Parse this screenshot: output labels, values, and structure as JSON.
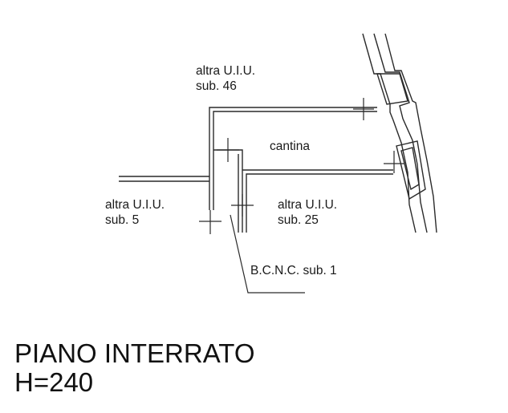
{
  "labels": {
    "north_unit": {
      "line1": "altra U.I.U.",
      "line2": "sub. 46"
    },
    "room": "cantina",
    "west_unit": {
      "line1": "altra U.I.U.",
      "line2": "sub. 5"
    },
    "east_unit": {
      "line1": "altra U.I.U.",
      "line2": "sub. 25"
    },
    "common_area": "B.C.N.C. sub. 1"
  },
  "title": {
    "line1": "PIANO INTERRATO",
    "line2": "H=240"
  },
  "colors": {
    "background": "#ffffff",
    "ink": "#1a1a1a"
  }
}
